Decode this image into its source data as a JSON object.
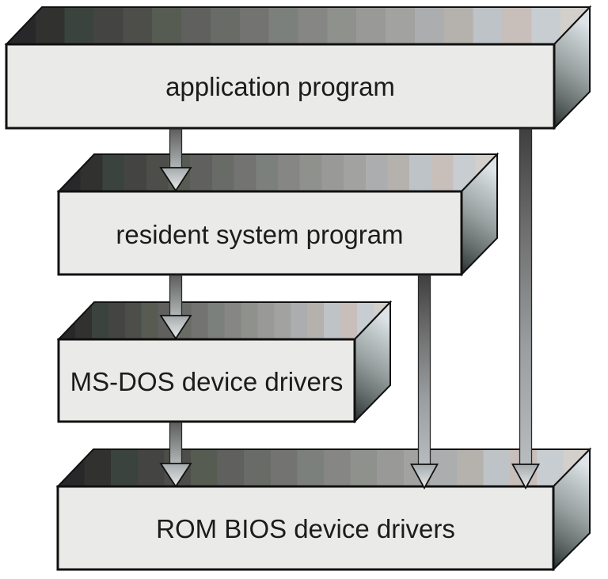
{
  "diagram": {
    "type": "layered-architecture",
    "background_color": "#ffffff",
    "box_face_color": "#eaeae8",
    "outline_color": "#111111",
    "top_face_gradient": [
      "#28282a",
      "#d3cfcb"
    ],
    "side_face_gradient": [
      "#dde3e7",
      "#262a2a"
    ],
    "arrow_gradient": [
      "#3f3f3f",
      "#b8bcbe"
    ],
    "boxes": [
      {
        "label": "application program"
      },
      {
        "label": "resident system program"
      },
      {
        "label": "MS-DOS device drivers"
      },
      {
        "label": "ROM BIOS device drivers"
      }
    ],
    "arrows": [
      {
        "from": "application program",
        "to": "resident system program"
      },
      {
        "from": "resident system program",
        "to": "MS-DOS device drivers"
      },
      {
        "from": "MS-DOS device drivers",
        "to": "ROM BIOS device drivers"
      },
      {
        "from": "resident system program",
        "to": "ROM BIOS device drivers"
      },
      {
        "from": "application program",
        "to": "ROM BIOS device drivers"
      }
    ]
  }
}
